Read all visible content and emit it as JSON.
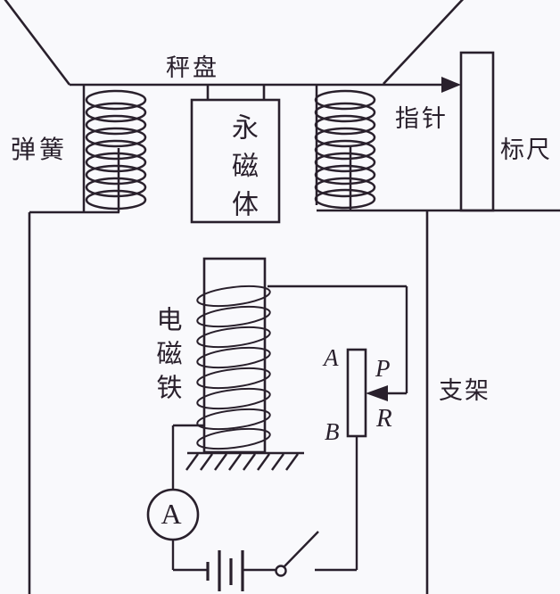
{
  "figure": {
    "type": "physics-electromagnetic-scale-circuit-diagram",
    "colors": {
      "stroke": "#29202c",
      "background": "#f9f9fc"
    },
    "labels": {
      "pan": "秤盘",
      "spring": "弹簧",
      "permanent_magnet": "永磁体",
      "pointer": "指针",
      "ruler": "标尺",
      "electromagnet": "电磁铁",
      "bracket": "支架",
      "terminal_a": "A",
      "terminal_b": "B",
      "slider_p": "P",
      "rheostat_r": "R",
      "ammeter": "A"
    }
  }
}
